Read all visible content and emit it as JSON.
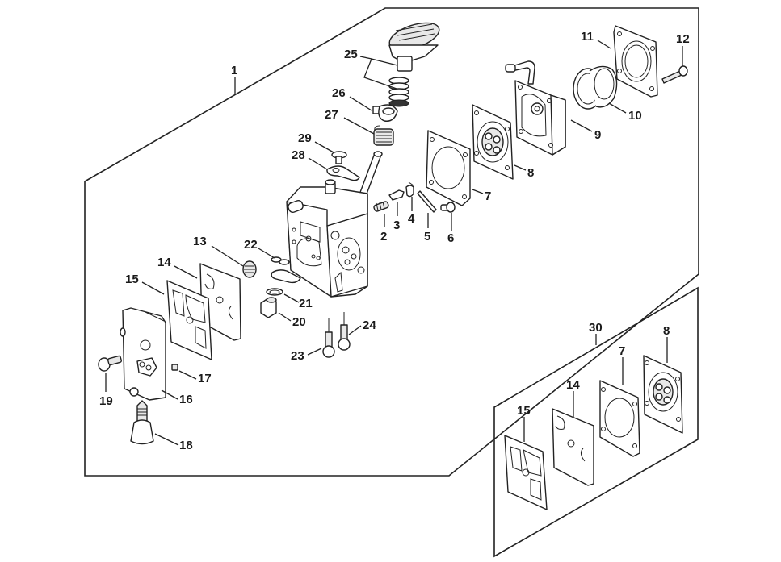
{
  "diagram": {
    "type": "exploded-parts-diagram",
    "subject": "carburetor assembly",
    "callouts": [
      {
        "id": "1",
        "label": "1"
      },
      {
        "id": "2",
        "label": "2"
      },
      {
        "id": "3",
        "label": "3"
      },
      {
        "id": "4",
        "label": "4"
      },
      {
        "id": "5",
        "label": "5"
      },
      {
        "id": "6",
        "label": "6"
      },
      {
        "id": "7",
        "label": "7"
      },
      {
        "id": "8",
        "label": "8"
      },
      {
        "id": "9",
        "label": "9"
      },
      {
        "id": "10",
        "label": "10"
      },
      {
        "id": "11",
        "label": "11"
      },
      {
        "id": "12",
        "label": "12"
      },
      {
        "id": "13",
        "label": "13"
      },
      {
        "id": "14",
        "label": "14"
      },
      {
        "id": "15",
        "label": "15"
      },
      {
        "id": "16",
        "label": "16"
      },
      {
        "id": "17",
        "label": "17"
      },
      {
        "id": "18",
        "label": "18"
      },
      {
        "id": "19",
        "label": "19"
      },
      {
        "id": "20",
        "label": "20"
      },
      {
        "id": "21",
        "label": "21"
      },
      {
        "id": "22",
        "label": "22"
      },
      {
        "id": "23",
        "label": "23"
      },
      {
        "id": "24",
        "label": "24"
      },
      {
        "id": "25",
        "label": "25"
      },
      {
        "id": "26",
        "label": "26"
      },
      {
        "id": "27",
        "label": "27"
      },
      {
        "id": "28",
        "label": "28"
      },
      {
        "id": "29",
        "label": "29"
      },
      {
        "id": "30",
        "label": "30"
      }
    ],
    "kit": {
      "label": "30",
      "parts": [
        {
          "label": "15"
        },
        {
          "label": "14"
        },
        {
          "label": "7"
        },
        {
          "label": "8"
        }
      ]
    }
  }
}
